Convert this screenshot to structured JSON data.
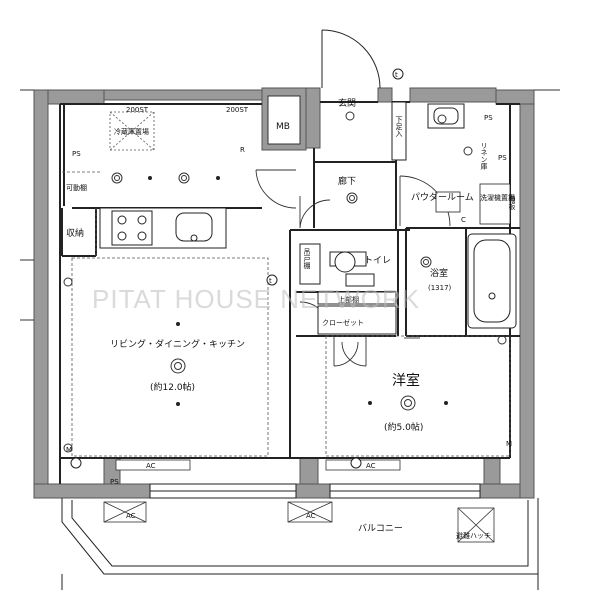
{
  "rooms": {
    "ldk_name": "リビング・ダイニング・キッチン",
    "ldk_size": "(約12.0帖)",
    "western_name": "洋室",
    "western_size": "(約5.0帖)",
    "bath_name": "浴室",
    "bath_size": "(1317)",
    "powder_room": "パウダールーム",
    "toilet": "トイレ",
    "hallway": "廊下",
    "entrance": "玄関",
    "balcony": "バルコニー",
    "closet": "クローゼット",
    "upper_shelf": "上部棚",
    "storage": "収納"
  },
  "fixtures": {
    "ps": "PS",
    "mb": "MB",
    "r": "R",
    "c": "C",
    "ac": "AC",
    "m": "M",
    "fridge": "冷蔵庫置場",
    "movable_shelf": "可動棚",
    "shoe_box": "下足入",
    "linen": "リネン庫",
    "washer": "洗濯機置場",
    "shelf_board": "棚板",
    "toilet_shelf": "吊戸棚",
    "escape_hatch": "避難ハッチ",
    "sleeve_small": "200ST",
    "t_mark": "t"
  },
  "watermark": "PITAT HOUSE NETWORK"
}
